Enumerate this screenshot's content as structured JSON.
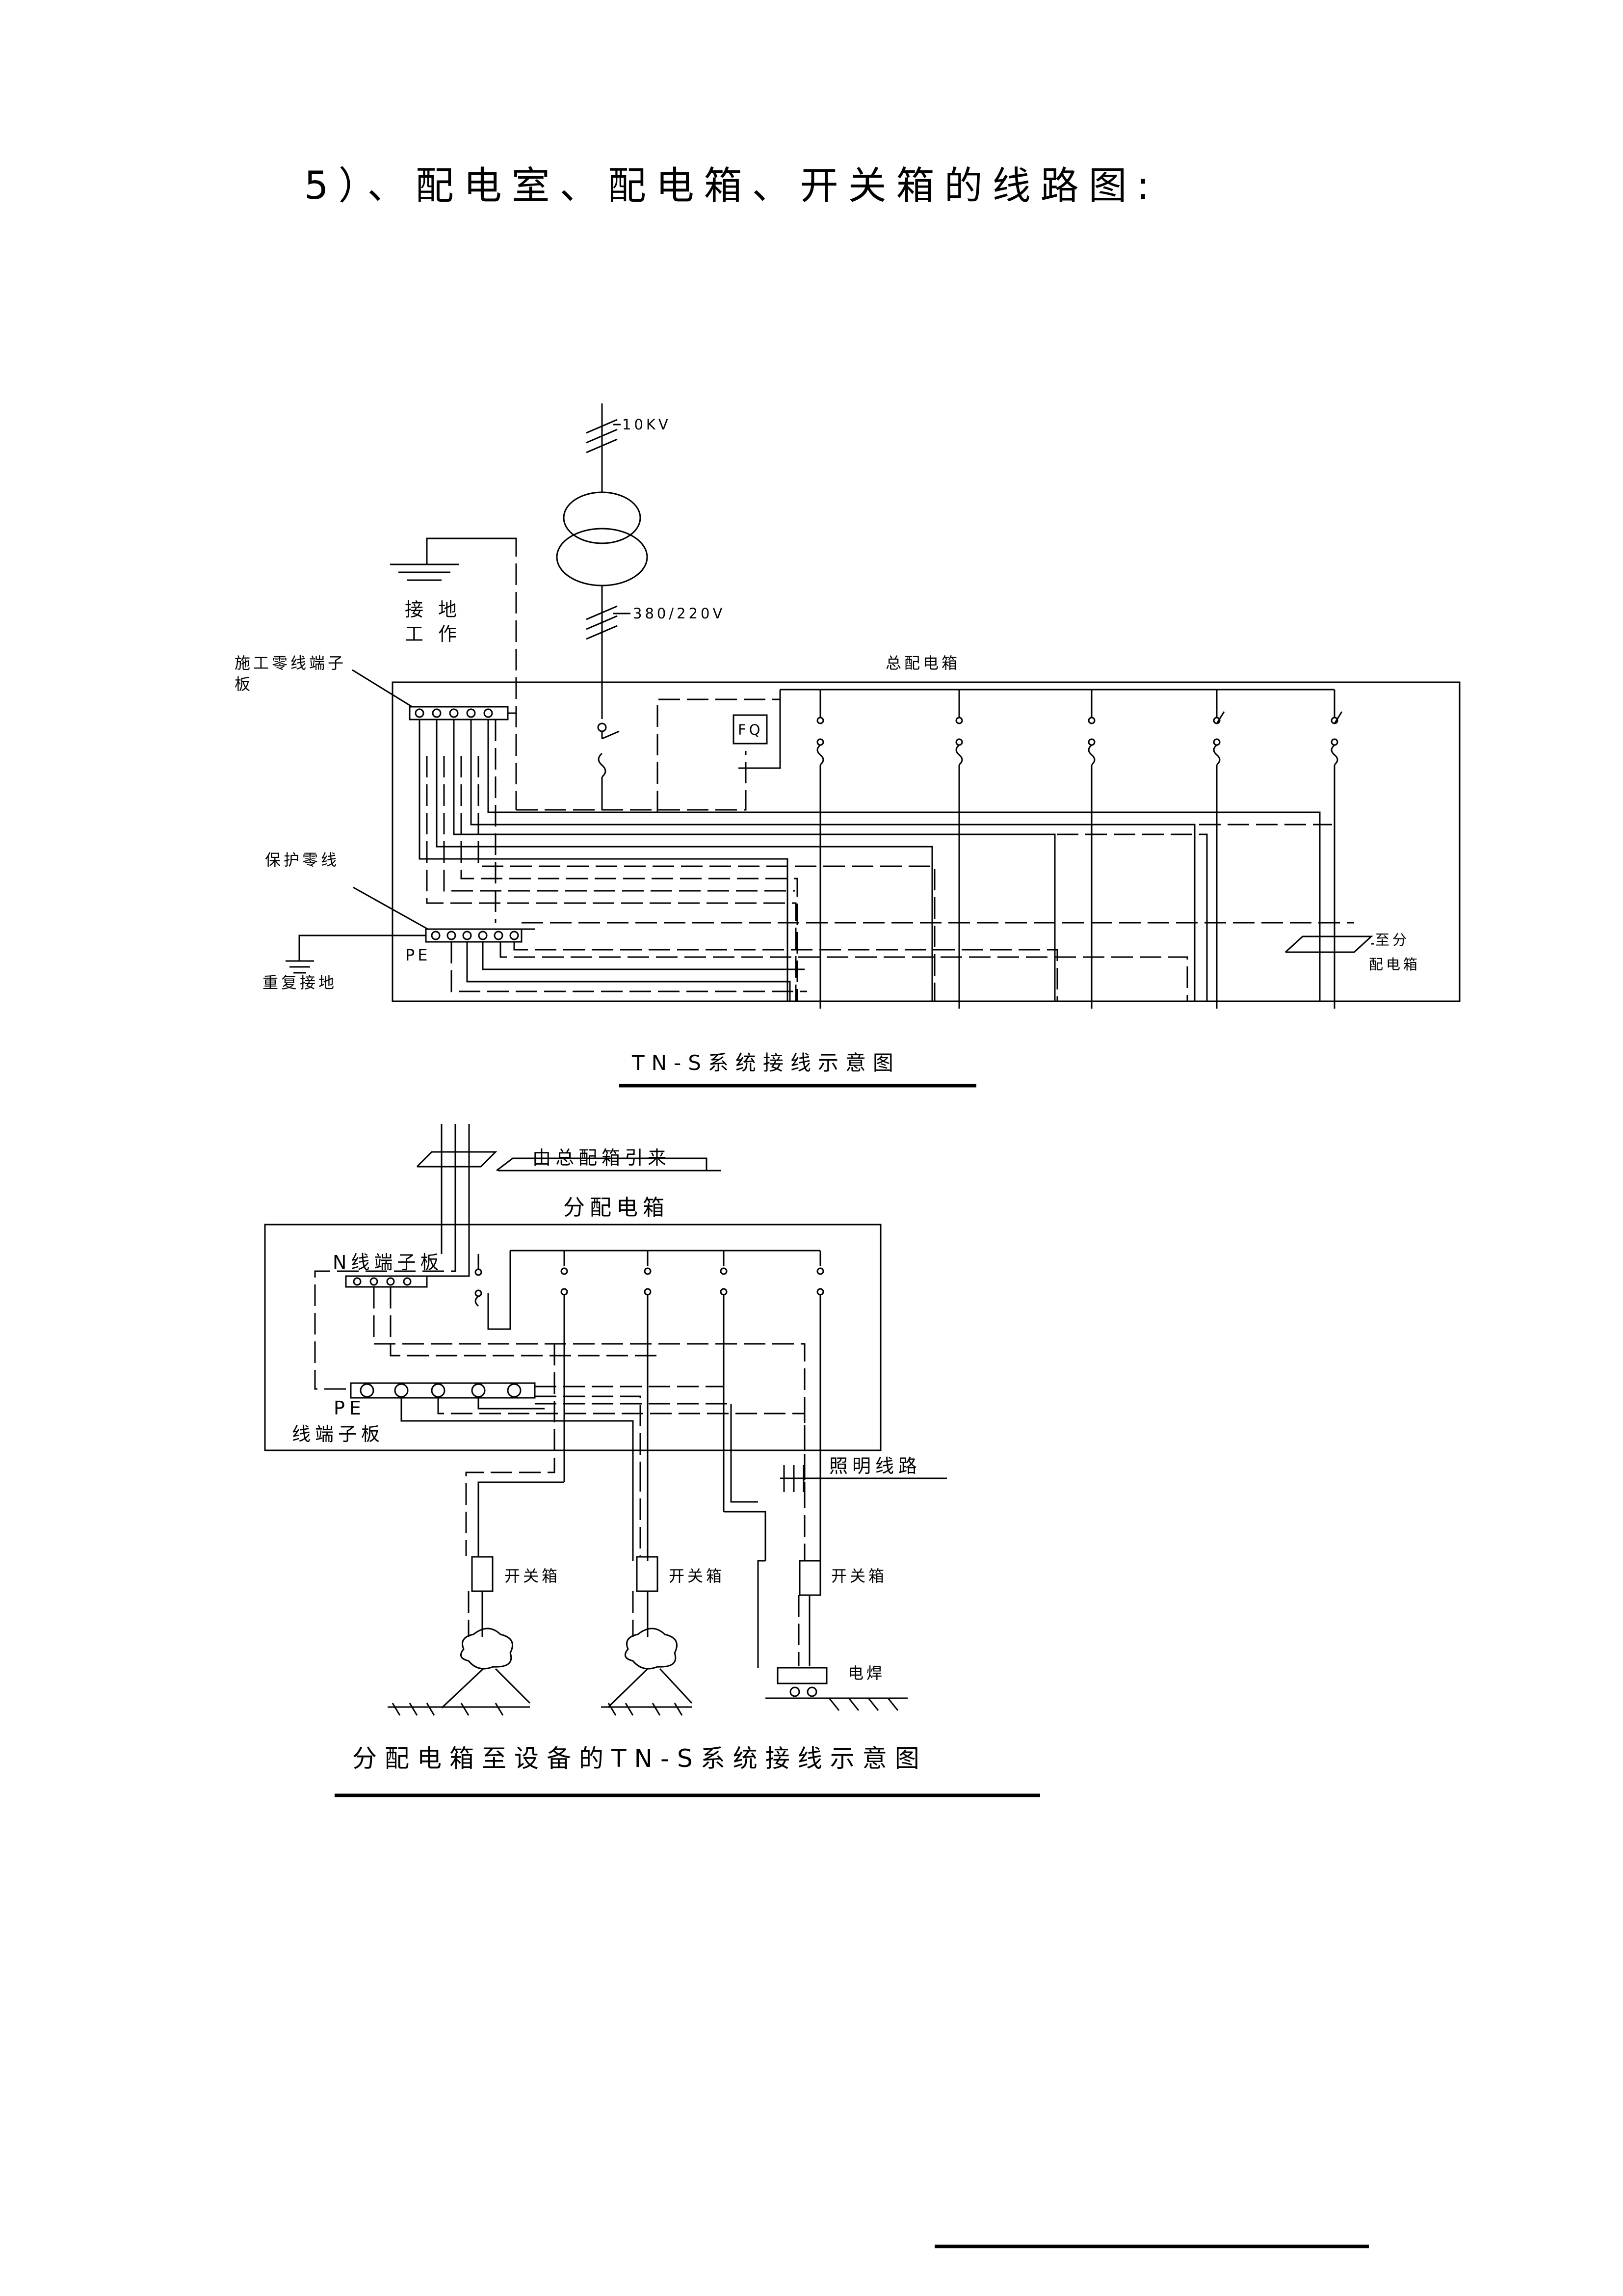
{
  "heading": "5）、配电室、配电箱、开关箱的线路图:",
  "diagram1": {
    "voltage_high": "10KV",
    "voltage_low": "380/220V",
    "grounding_label_line1": "接 地",
    "grounding_label_line2": "工 作",
    "main_box_label": "总配电箱",
    "neutral_terminal_label_line1": "施工零线端子",
    "neutral_terminal_label_line2": "板",
    "fq_label": "FQ",
    "protective_neutral_label": "保护零线",
    "pe_label": "PE",
    "repeat_ground_label": "重复接地",
    "to_sub_box_line1": "至分",
    "to_sub_box_line2": "配电箱",
    "caption": "TN-S系统接线示意图"
  },
  "diagram2": {
    "from_main_label": "由总配箱引来",
    "sub_box_label": "分配电箱",
    "n_terminal_label": "N线端子板",
    "pe_label": "PE",
    "pe_terminal_label": "线端子板",
    "lighting_label": "照明线路",
    "switch_boxes": [
      "开关箱",
      "开关箱",
      "开关箱"
    ],
    "welder_label": "电焊",
    "caption": "分配电箱至设备的TN-S系统接线示意图"
  }
}
